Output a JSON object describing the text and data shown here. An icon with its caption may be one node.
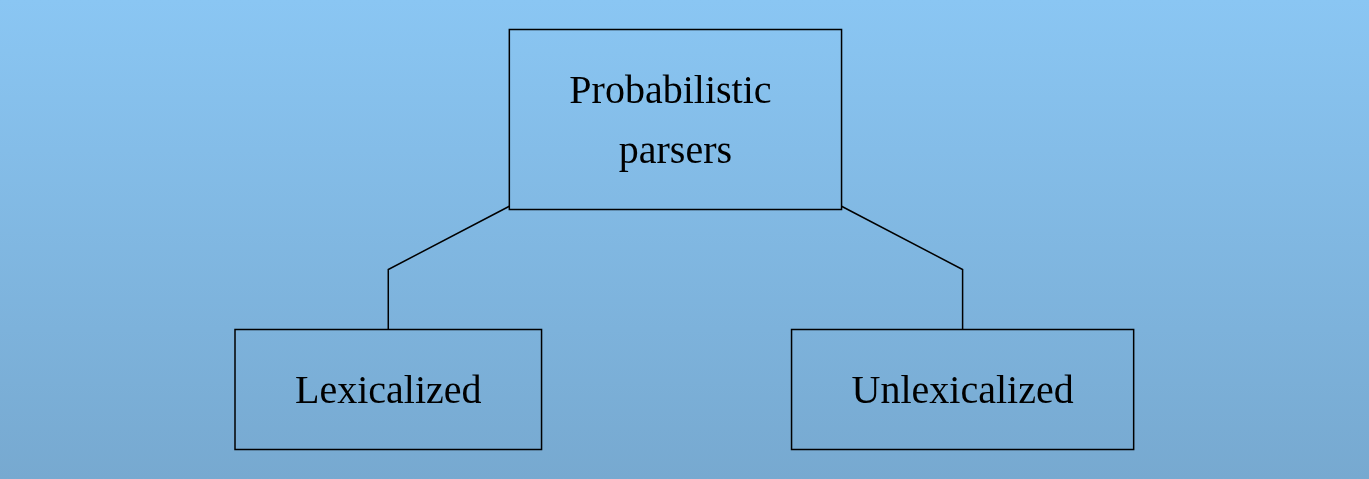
{
  "diagram": {
    "nodes": [
      {
        "text": [
          "Probabilistic parsers"
        ]
      },
      {
        "text": [
          "Lexicalized"
        ]
      },
      {
        "text": [
          "Unlexicalized"
        ]
      }
    ],
    "edges": [
      {
        "from": 0,
        "to": 1,
        "arrow": "none"
      },
      {
        "from": 0,
        "to": 2,
        "arrow": "none"
      }
    ]
  }
}
